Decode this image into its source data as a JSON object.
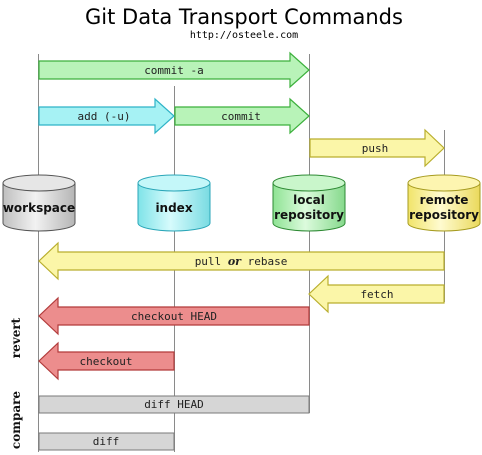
{
  "title": "Git Data Transport Commands",
  "url": "http://osteele.com",
  "colors": {
    "green_fill": "#b8f3b8",
    "green_stroke": "#3cb03c",
    "cyan_fill": "#a6f2f4",
    "cyan_stroke": "#2fb3c7",
    "yellow_fill": "#fbf6a8",
    "yellow_stroke": "#b9ae2d",
    "red_fill": "#ec8d8d",
    "red_stroke": "#b23b3b",
    "gray_fill": "#d6d6d6",
    "gray_stroke": "#7a7a7a"
  },
  "stores": {
    "workspace": {
      "label": "workspace",
      "fill": "#d8d8d8",
      "stroke": "#555555"
    },
    "index": {
      "label": "index",
      "fill": "#aaf3f5",
      "stroke": "#2aa6b8"
    },
    "local": {
      "label1": "local",
      "label2": "repository",
      "fill": "#b7f1ba",
      "stroke": "#2e8a34"
    },
    "remote": {
      "label1": "remote",
      "label2": "repository",
      "fill": "#fbf29a",
      "stroke": "#a69b20"
    }
  },
  "commands": {
    "commit_a": "commit -a",
    "add_u": "add (-u)",
    "commit": "commit",
    "push": "push",
    "pull_1": "pull ",
    "pull_or": "or",
    "pull_2": " rebase",
    "fetch": "fetch",
    "checkout_head": "checkout HEAD",
    "checkout": "checkout",
    "diff_head": "diff HEAD",
    "diff": "diff"
  },
  "sections": {
    "revert": "revert",
    "compare": "compare"
  }
}
